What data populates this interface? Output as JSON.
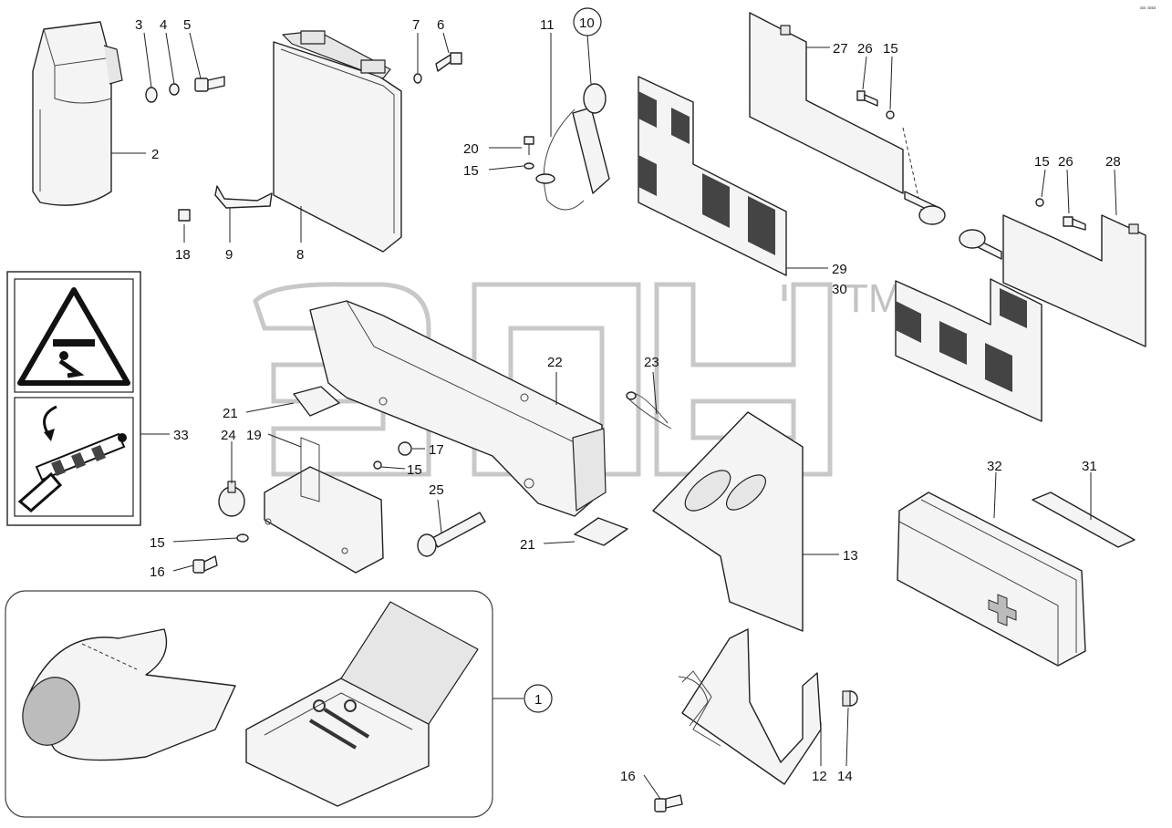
{
  "watermark": {
    "tm": "TM"
  },
  "corner_note": "ᵃᵃ ᵃᵃᵃ",
  "callouts": [
    {
      "id": "c-3",
      "text": "3"
    },
    {
      "id": "c-4",
      "text": "4"
    },
    {
      "id": "c-5",
      "text": "5"
    },
    {
      "id": "c-2",
      "text": "2"
    },
    {
      "id": "c-7",
      "text": "7"
    },
    {
      "id": "c-6",
      "text": "6"
    },
    {
      "id": "c-11",
      "text": "11"
    },
    {
      "id": "c-10",
      "text": "10"
    },
    {
      "id": "c-20",
      "text": "20"
    },
    {
      "id": "c-15a",
      "text": "15"
    },
    {
      "id": "c-18",
      "text": "18"
    },
    {
      "id": "c-9",
      "text": "9"
    },
    {
      "id": "c-8",
      "text": "8"
    },
    {
      "id": "c-27",
      "text": "27"
    },
    {
      "id": "c-26a",
      "text": "26"
    },
    {
      "id": "c-15b",
      "text": "15"
    },
    {
      "id": "c-15c",
      "text": "15"
    },
    {
      "id": "c-26b",
      "text": "26"
    },
    {
      "id": "c-28",
      "text": "28"
    },
    {
      "id": "c-29",
      "text": "29"
    },
    {
      "id": "c-30",
      "text": "30"
    },
    {
      "id": "c-33",
      "text": "33"
    },
    {
      "id": "c-22",
      "text": "22"
    },
    {
      "id": "c-23",
      "text": "23"
    },
    {
      "id": "c-21a",
      "text": "21"
    },
    {
      "id": "c-24",
      "text": "24"
    },
    {
      "id": "c-19",
      "text": "19"
    },
    {
      "id": "c-17",
      "text": "17"
    },
    {
      "id": "c-15d",
      "text": "15"
    },
    {
      "id": "c-25",
      "text": "25"
    },
    {
      "id": "c-15e",
      "text": "15"
    },
    {
      "id": "c-16a",
      "text": "16"
    },
    {
      "id": "c-21b",
      "text": "21"
    },
    {
      "id": "c-13",
      "text": "13"
    },
    {
      "id": "c-32",
      "text": "32"
    },
    {
      "id": "c-31",
      "text": "31"
    },
    {
      "id": "c-1",
      "text": "1"
    },
    {
      "id": "c-16b",
      "text": "16"
    },
    {
      "id": "c-12",
      "text": "12"
    },
    {
      "id": "c-14",
      "text": "14"
    }
  ]
}
